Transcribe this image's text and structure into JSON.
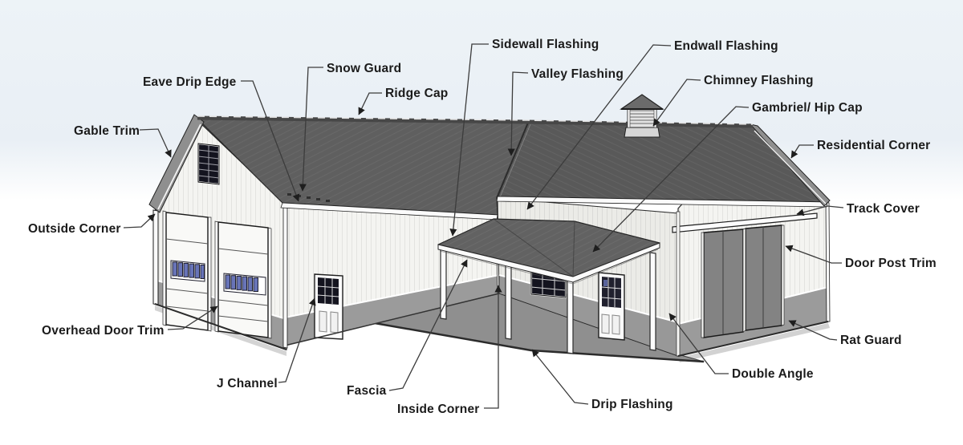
{
  "diagram": {
    "type": "labeled-diagram",
    "subject": "Pole barn / post-frame building exterior trim and flashing components",
    "labels": {
      "gable_trim": "Gable Trim",
      "eave_drip_edge": "Eave Drip Edge",
      "snow_guard": "Snow Guard",
      "ridge_cap": "Ridge Cap",
      "sidewall_flashing": "Sidewall Flashing",
      "valley_flashing": "Valley Flashing",
      "endwall_flashing": "Endwall Flashing",
      "chimney_flashing": "Chimney Flashing",
      "gambriel_hip_cap": "Gambriel/ Hip Cap",
      "residential_corner": "Residential Corner",
      "outside_corner": "Outside Corner",
      "track_cover": "Track Cover",
      "door_post_trim": "Door Post Trim",
      "overhead_door_trim": "Overhead Door Trim",
      "rat_guard": "Rat Guard",
      "j_channel": "J Channel",
      "fascia": "Fascia",
      "inside_corner": "Inside Corner",
      "drip_flashing": "Drip Flashing",
      "double_angle": "Double Angle"
    },
    "colors": {
      "roof": "#5f5f5f",
      "roof_wing": "#595959",
      "porch_roof": "#626262",
      "wall": "#f4f4f1",
      "wall_shaded": "#ebebe7",
      "wainscot": "#9b9b9b",
      "slab": "#8f8f8f",
      "trim_white": "#fbfbfb",
      "rake_gray": "#8f8f8f",
      "window_glass": "#6874b8",
      "window_dark": "#14141f",
      "slide_door": "#838383",
      "outline": "#222222",
      "label_text": "#1b1b1b",
      "leader": "#3c3c3c",
      "sky": "#edf3f7"
    }
  }
}
